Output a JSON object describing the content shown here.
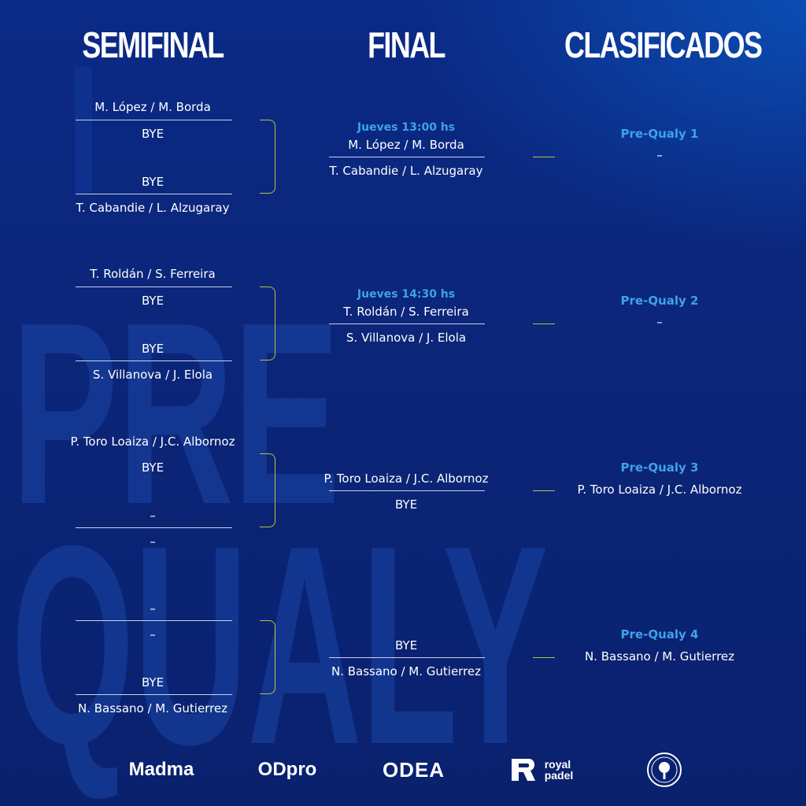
{
  "headers": {
    "semifinal": "SEMIFINAL",
    "final": "FINAL",
    "clasificados": "CLASIFICADOS"
  },
  "watermark": {
    "line1": "PRE",
    "line2": "QUALY"
  },
  "semifinal": [
    {
      "rows": [
        "M. López / M. Borda",
        "BYE",
        "BYE",
        "T. Cabandie / L. Alzugaray"
      ]
    },
    {
      "rows": [
        "T. Roldán / S. Ferreira",
        "BYE",
        "BYE",
        "S. Villanova / J. Elola"
      ]
    },
    {
      "rows": [
        "P. Toro Loaiza / J.C. Albornoz",
        "BYE",
        "–",
        "–"
      ]
    },
    {
      "rows": [
        "–",
        "–",
        "BYE",
        "N. Bassano / M. Gutierrez"
      ]
    }
  ],
  "final": [
    {
      "time": "Jueves 13:00 hs",
      "team1": "M. López / M. Borda",
      "team2": "T. Cabandie / L. Alzugaray"
    },
    {
      "time": "Jueves 14:30 hs",
      "team1": "T. Roldán / S. Ferreira",
      "team2": "S. Villanova / J. Elola"
    },
    {
      "time": "",
      "team1": "P. Toro Loaiza / J.C. Albornoz",
      "team2": "BYE"
    },
    {
      "time": "",
      "team1": "BYE",
      "team2": "N. Bassano / M. Gutierrez"
    }
  ],
  "clasificados": [
    {
      "label": "Pre-Qualy 1",
      "team": "–"
    },
    {
      "label": "Pre-Qualy 2",
      "team": "–"
    },
    {
      "label": "Pre-Qualy 3",
      "team": "P. Toro Loaiza / J.C. Albornoz"
    },
    {
      "label": "Pre-Qualy 4",
      "team": "N. Bassano / M. Gutierrez"
    }
  ],
  "sponsors": {
    "madma": "Madma",
    "odpro": "ODpro",
    "odea": "ODEA",
    "royal_line1": "royal",
    "royal_line2": "padel"
  },
  "colors": {
    "accent_blue": "#3ea2ea",
    "bracket_yellow": "#b9c43a",
    "background": "#0b2578"
  }
}
